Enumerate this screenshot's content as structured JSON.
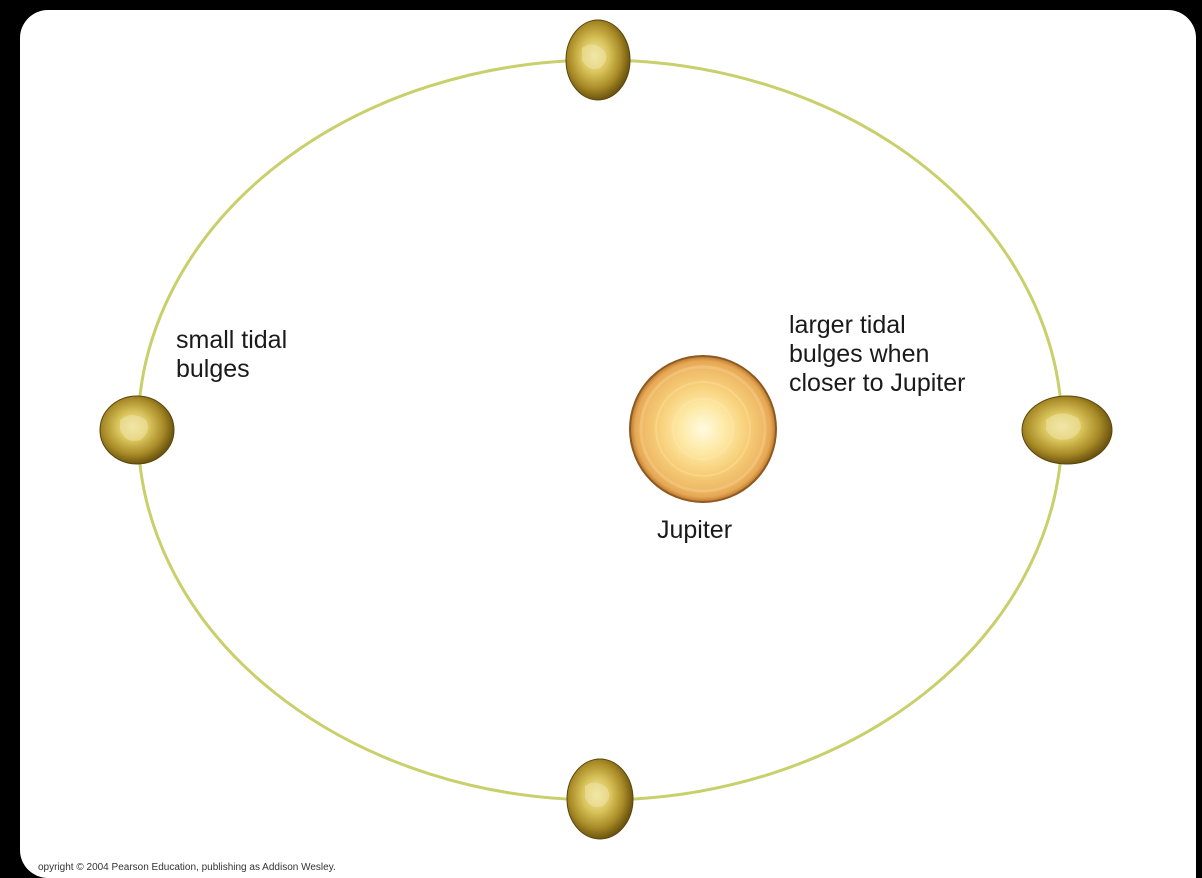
{
  "labels": {
    "left": [
      "small tidal",
      "bulges"
    ],
    "right": [
      "larger tidal",
      "bulges when",
      "closer to Jupiter"
    ],
    "planet": "Jupiter"
  },
  "copyright": "opyright © 2004 Pearson Education, publishing as Addison Wesley.",
  "colors": {
    "background": "#000000",
    "panel": "#ffffff",
    "orbit": "#c9cf6a",
    "jupiter_outer": "#e9b15c",
    "jupiter_core": "#fff0b0",
    "moon": "#b59a2c"
  },
  "objects": {
    "orbit": "elliptical-orbit",
    "planet": "jupiter",
    "moons": [
      "moon-top",
      "moon-left",
      "moon-right",
      "moon-bottom"
    ]
  }
}
